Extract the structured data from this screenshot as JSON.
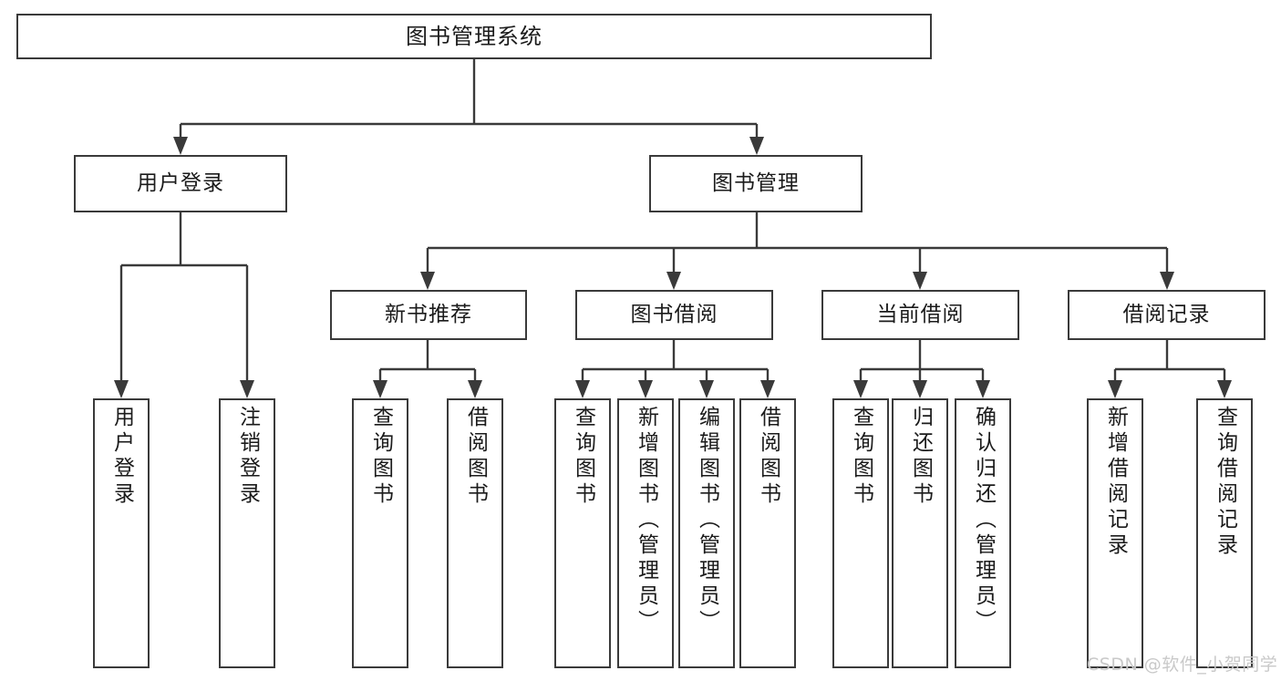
{
  "diagram": {
    "title": "图书管理系统",
    "type": "tree-hierarchy",
    "orientation": "top-down"
  },
  "root": {
    "label": "图书管理系统"
  },
  "level2": [
    {
      "id": "user-login",
      "label": "用户登录"
    },
    {
      "id": "book-management",
      "label": "图书管理"
    }
  ],
  "level3": [
    {
      "id": "new-book-recommend",
      "label": "新书推荐"
    },
    {
      "id": "book-borrow",
      "label": "图书借阅"
    },
    {
      "id": "current-borrow",
      "label": "当前借阅"
    },
    {
      "id": "borrow-record",
      "label": "借阅记录"
    }
  ],
  "leaves": {
    "user_login": [
      {
        "id": "leaf-user-login",
        "label": "用户登录"
      },
      {
        "id": "leaf-logout-login",
        "label": "注销登录"
      }
    ],
    "new_book_recommend": [
      {
        "id": "leaf-query-book-1",
        "label": "查询图书"
      },
      {
        "id": "leaf-borrow-book-1",
        "label": "借阅图书"
      }
    ],
    "book_borrow": [
      {
        "id": "leaf-query-book-2",
        "label": "查询图书"
      },
      {
        "id": "leaf-add-book",
        "label": "新增图书（管理员）"
      },
      {
        "id": "leaf-edit-book",
        "label": "编辑图书（管理员）"
      },
      {
        "id": "leaf-borrow-book-2",
        "label": "借阅图书"
      }
    ],
    "current_borrow": [
      {
        "id": "leaf-query-book-3",
        "label": "查询图书"
      },
      {
        "id": "leaf-return-book",
        "label": "归还图书"
      },
      {
        "id": "leaf-confirm-return",
        "label": "确认归还（管理员）"
      }
    ],
    "borrow_record": [
      {
        "id": "leaf-add-borrow-record",
        "label": "新增借阅记录"
      },
      {
        "id": "leaf-query-borrow-record",
        "label": "查询借阅记录"
      }
    ]
  },
  "watermark": {
    "text": "CSDN @软件_小贺同学"
  },
  "colors": {
    "stroke": "#3a3a3a",
    "fill": "#ffffff",
    "text": "#1b1b1b",
    "watermark": "#c9c9c9"
  }
}
